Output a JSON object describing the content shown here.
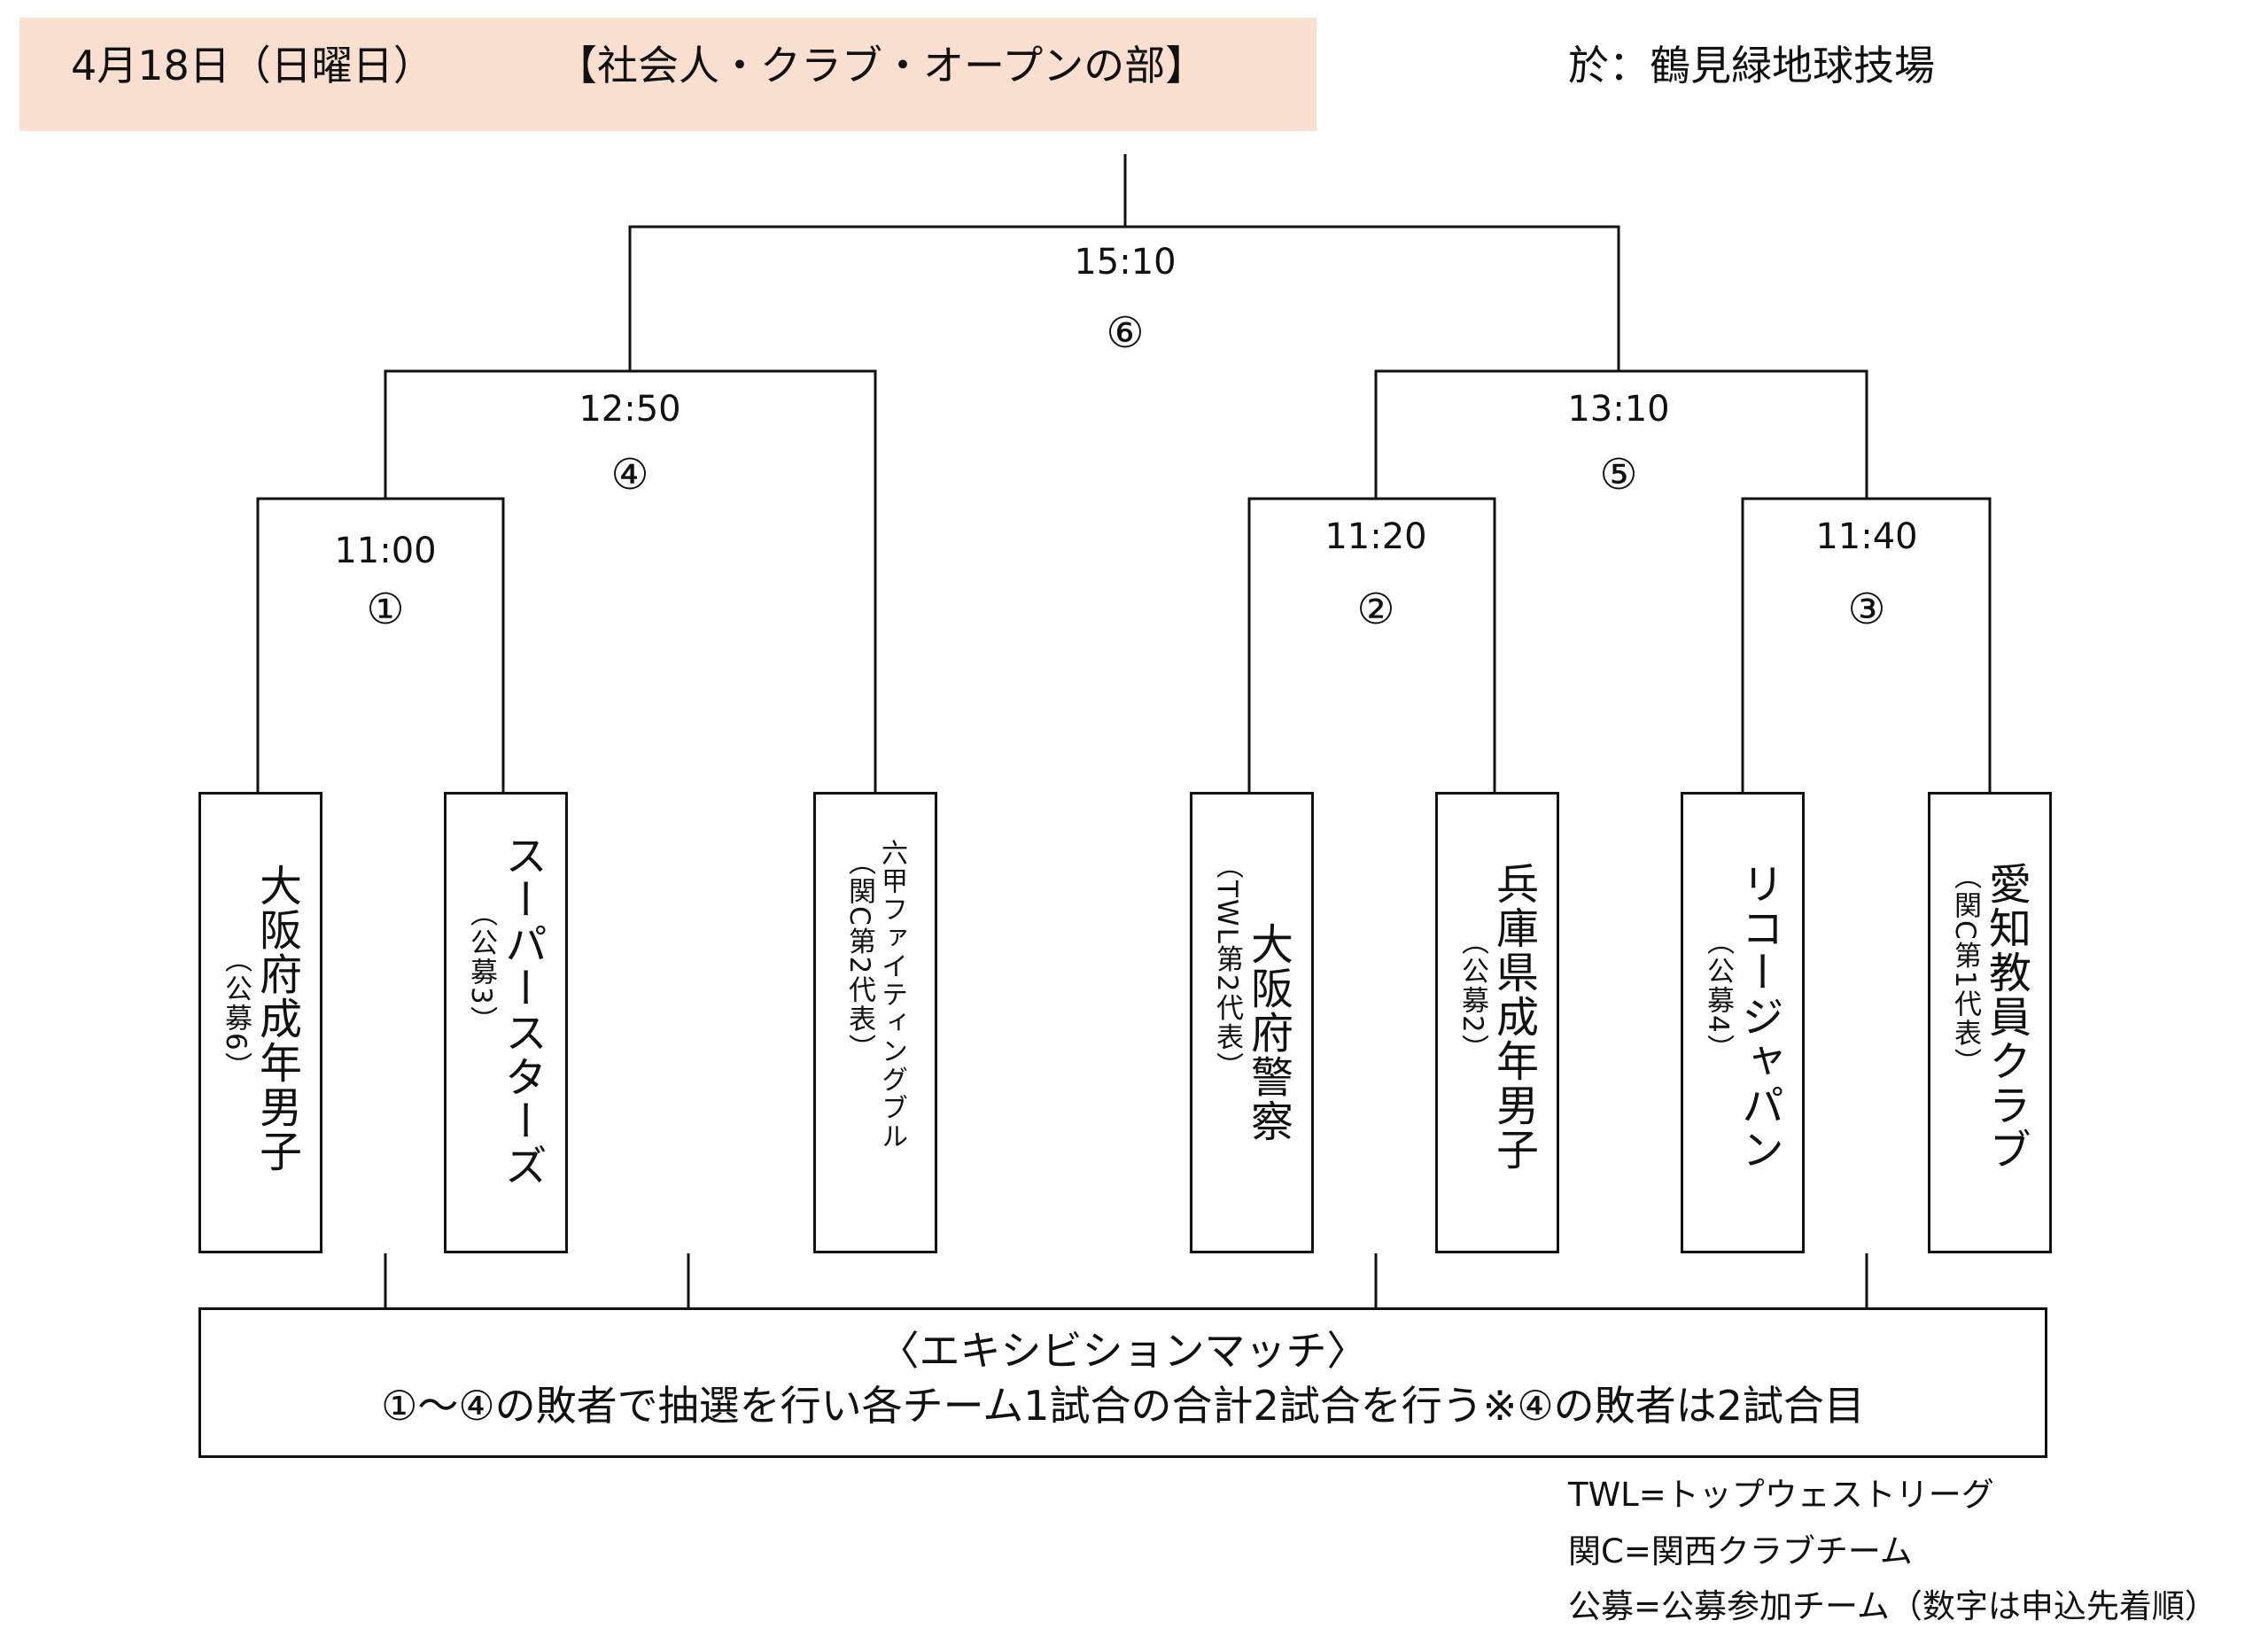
{
  "header": {
    "date": "4月18日（日曜日）",
    "division": "【社会人・クラブ・オープンの部】",
    "venue": "於：鶴見緑地球技場"
  },
  "matches": [
    {
      "num": "①",
      "time": "11:00"
    },
    {
      "num": "②",
      "time": "11:20"
    },
    {
      "num": "③",
      "time": "11:40"
    },
    {
      "num": "④",
      "time": "12:50"
    },
    {
      "num": "⑤",
      "time": "13:10"
    },
    {
      "num": "⑥",
      "time": "15:10"
    }
  ],
  "teams": [
    {
      "name": "大阪府成年男子",
      "sub": "（公募6）"
    },
    {
      "name": "スーパースターズ",
      "sub": "（公募3）"
    },
    {
      "name": "六甲ファイティングブル",
      "sub": "（関C第2代表）"
    },
    {
      "name": "大阪府警察",
      "sub": "（TWL第2代表）"
    },
    {
      "name": "兵庫県成年男子",
      "sub": "（公募2）"
    },
    {
      "name": "リコージャパン",
      "sub": "（公募4）"
    },
    {
      "name": "愛知教員クラブ",
      "sub": "（関C第1代表）"
    }
  ],
  "exhibition": {
    "title": "〈エキシビションマッチ〉",
    "description": "①～④の敗者で抽選を行い各チーム1試合の合計2試合を行う※④の敗者は2試合目"
  },
  "notes": [
    "TWL=トップウェストリーグ",
    "関C=関西クラブチーム",
    "公募=公募参加チーム（数字は申込先着順）"
  ]
}
